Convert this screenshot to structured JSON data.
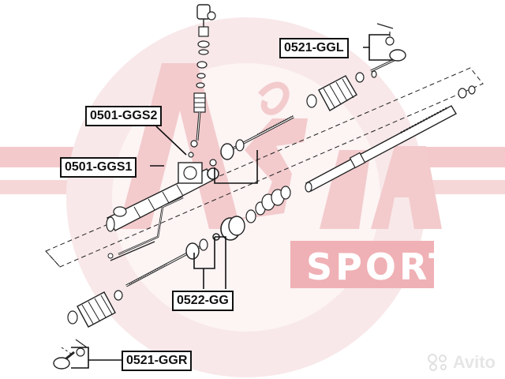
{
  "watermark": {
    "brand_color": "#d9282f",
    "logo_text": "ASVA",
    "sub_text": "SPORT"
  },
  "callouts": [
    {
      "id": "0521-GGL",
      "label": "0521-GGL"
    },
    {
      "id": "0501-GGS2",
      "label": "0501-GGS2"
    },
    {
      "id": "0501-GGS1",
      "label": "0501-GGS1"
    },
    {
      "id": "0522-GG",
      "label": "0522-GG"
    },
    {
      "id": "0521-GGR",
      "label": "0521-GGR"
    }
  ],
  "marketplace": {
    "name": "Avito",
    "icon": "avito-dots-icon"
  }
}
